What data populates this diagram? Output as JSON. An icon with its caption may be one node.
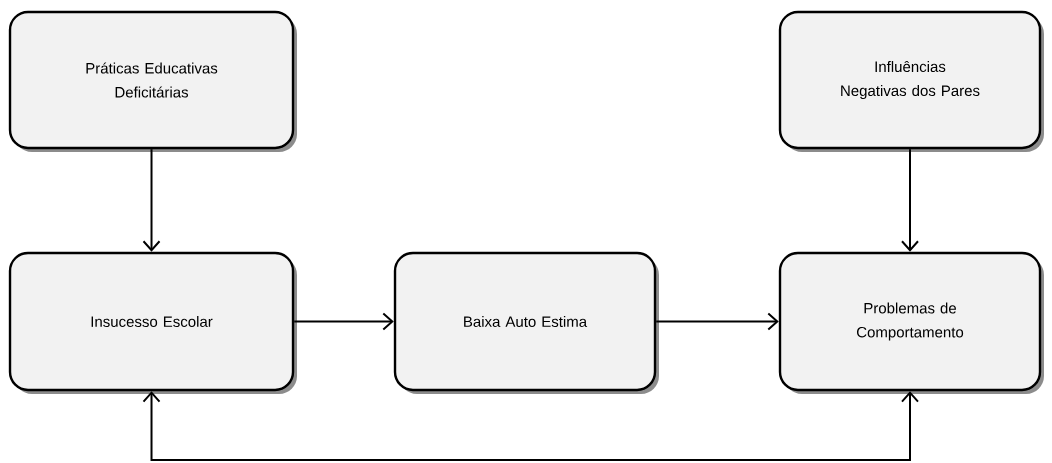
{
  "diagram": {
    "nodes": [
      {
        "text": [
          "Práticas Educativas Deficitárias"
        ]
      },
      {
        "text": [
          "Influências Negativas dos Pares"
        ]
      },
      {
        "text": [
          "Insucesso Escolar"
        ]
      },
      {
        "text": [
          "Baixa Auto Estima"
        ]
      },
      {
        "text": [
          "Problemas de Comportamento"
        ]
      }
    ],
    "edges": [
      {
        "from": 0,
        "to": 2,
        "arrow": "to"
      },
      {
        "from": 1,
        "to": 4,
        "arrow": "to"
      },
      {
        "from": 2,
        "to": 3,
        "arrow": "to"
      },
      {
        "from": 3,
        "to": 4,
        "arrow": "to"
      },
      {
        "from": 2,
        "to": 4,
        "arrow": "both"
      }
    ]
  }
}
